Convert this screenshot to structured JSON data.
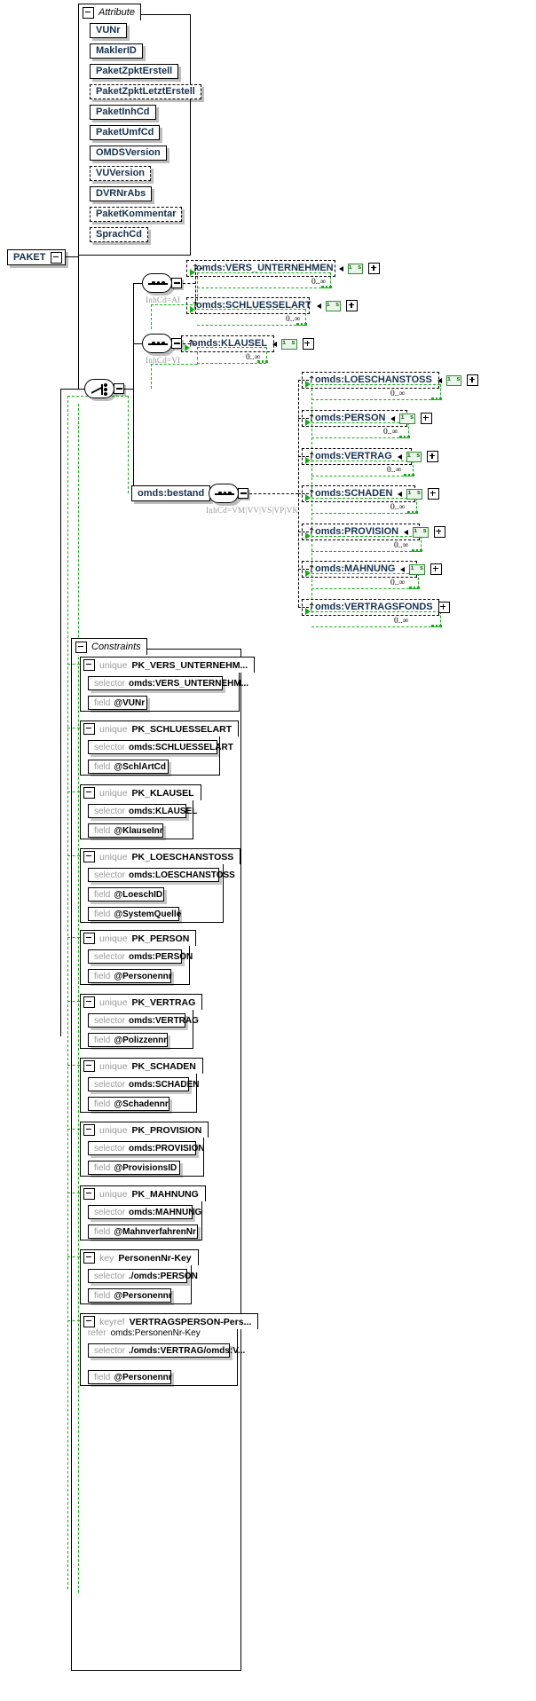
{
  "diagram": {
    "type": "xsd-schema-diagram",
    "root": {
      "label": "PAKET"
    },
    "attribute_group": {
      "title": "Attribute",
      "attributes": [
        {
          "label": "VUNr",
          "optional": false
        },
        {
          "label": "MaklerID",
          "optional": false
        },
        {
          "label": "PaketZpktErstell",
          "optional": false
        },
        {
          "label": "PaketZpktLetztErstell",
          "optional": true
        },
        {
          "label": "PaketInhCd",
          "optional": false
        },
        {
          "label": "PaketUmfCd",
          "optional": false
        },
        {
          "label": "OMDSVersion",
          "optional": false
        },
        {
          "label": "VUVersion",
          "optional": true
        },
        {
          "label": "DVRNrAbs",
          "optional": false
        },
        {
          "label": "PaketKommentar",
          "optional": true
        },
        {
          "label": "SprachCd",
          "optional": true
        }
      ]
    },
    "choice": {
      "kind": "choice"
    },
    "branches": [
      {
        "kind": "sequence",
        "annotation": "InhCd=AI",
        "children": [
          {
            "label": "omds:VERS_UNTERNEHMEN",
            "badge": "i s",
            "occurs": "0..∞"
          },
          {
            "label": "omds:SCHLUESSELART",
            "badge": "i s",
            "occurs": "0..∞"
          }
        ]
      },
      {
        "kind": "sequence",
        "annotation": "InhCd=VI",
        "children": [
          {
            "label": "omds:KLAUSEL",
            "badge": "i s",
            "occurs": "0..∞"
          }
        ]
      },
      {
        "kind": "element",
        "label": "omds:bestand",
        "annotation": "InhCd=VM|VV|VS|VP|VK",
        "inner_kind": "sequence",
        "children": [
          {
            "label": "omds:LOESCHANSTOSS",
            "badge": "i s",
            "occurs": "0..∞"
          },
          {
            "label": "omds:PERSON",
            "badge": "i s",
            "occurs": "0..∞"
          },
          {
            "label": "omds:VERTRAG",
            "badge": "i s",
            "occurs": "0..∞"
          },
          {
            "label": "omds:SCHADEN",
            "badge": "i s",
            "occurs": "0..∞"
          },
          {
            "label": "omds:PROVISION",
            "badge": "i s",
            "occurs": "0..∞"
          },
          {
            "label": "omds:MAHNUNG",
            "badge": "i s",
            "occurs": "0..∞"
          },
          {
            "label": "omds:VERTRAGSFONDS",
            "badge": "",
            "occurs": "0..∞"
          }
        ]
      }
    ],
    "constraints": {
      "title": "Constraints",
      "items": [
        {
          "kind": "unique",
          "name": "PK_VERS_UNTERNEHM...",
          "rows": [
            {
              "kw": "selector",
              "val": "omds:VERS_UNTERNEHM..."
            },
            {
              "kw": "field",
              "val": "@VUNr"
            }
          ]
        },
        {
          "kind": "unique",
          "name": "PK_SCHLUESSELART",
          "rows": [
            {
              "kw": "selector",
              "val": "omds:SCHLUESSELART"
            },
            {
              "kw": "field",
              "val": "@SchlArtCd"
            }
          ]
        },
        {
          "kind": "unique",
          "name": "PK_KLAUSEL",
          "rows": [
            {
              "kw": "selector",
              "val": "omds:KLAUSEL"
            },
            {
              "kw": "field",
              "val": "@KlauseInr"
            }
          ]
        },
        {
          "kind": "unique",
          "name": "PK_LOESCHANSTOSS",
          "rows": [
            {
              "kw": "selector",
              "val": "omds:LOESCHANSTOSS"
            },
            {
              "kw": "field",
              "val": "@LoeschID"
            },
            {
              "kw": "field",
              "val": "@SystemQuelle"
            }
          ]
        },
        {
          "kind": "unique",
          "name": "PK_PERSON",
          "rows": [
            {
              "kw": "selector",
              "val": "omds:PERSON"
            },
            {
              "kw": "field",
              "val": "@Personennr"
            }
          ]
        },
        {
          "kind": "unique",
          "name": "PK_VERTRAG",
          "rows": [
            {
              "kw": "selector",
              "val": "omds:VERTRAG"
            },
            {
              "kw": "field",
              "val": "@Polizzennr"
            }
          ]
        },
        {
          "kind": "unique",
          "name": "PK_SCHADEN",
          "rows": [
            {
              "kw": "selector",
              "val": "omds:SCHADEN"
            },
            {
              "kw": "field",
              "val": "@Schadennr"
            }
          ]
        },
        {
          "kind": "unique",
          "name": "PK_PROVISION",
          "rows": [
            {
              "kw": "selector",
              "val": "omds:PROVISION"
            },
            {
              "kw": "field",
              "val": "@ProvisionsID"
            }
          ]
        },
        {
          "kind": "unique",
          "name": "PK_MAHNUNG",
          "rows": [
            {
              "kw": "selector",
              "val": "omds:MAHNUNG"
            },
            {
              "kw": "field",
              "val": "@MahnverfahrenNr"
            }
          ]
        },
        {
          "kind": "key",
          "name": "PersonenNr-Key",
          "rows": [
            {
              "kw": "selector",
              "val": "./omds:PERSON"
            },
            {
              "kw": "field",
              "val": "@Personennr"
            }
          ]
        },
        {
          "kind": "keyref",
          "name": "VERTRAGSPERSON-Pers...",
          "refer": {
            "kw": "refer",
            "val": "omds:PersonenNr-Key"
          },
          "rows": [
            {
              "kw": "selector",
              "val": "./omds:VERTRAG/omds:V..."
            },
            {
              "kw": "field",
              "val": "@Personennr"
            }
          ]
        }
      ]
    },
    "colors": {
      "text": "#16314f",
      "green": "#12b012",
      "grey_label": "#9a9a9a",
      "badge_bg": "#eaf6ea",
      "badge_border": "#2f8f2f"
    }
  }
}
